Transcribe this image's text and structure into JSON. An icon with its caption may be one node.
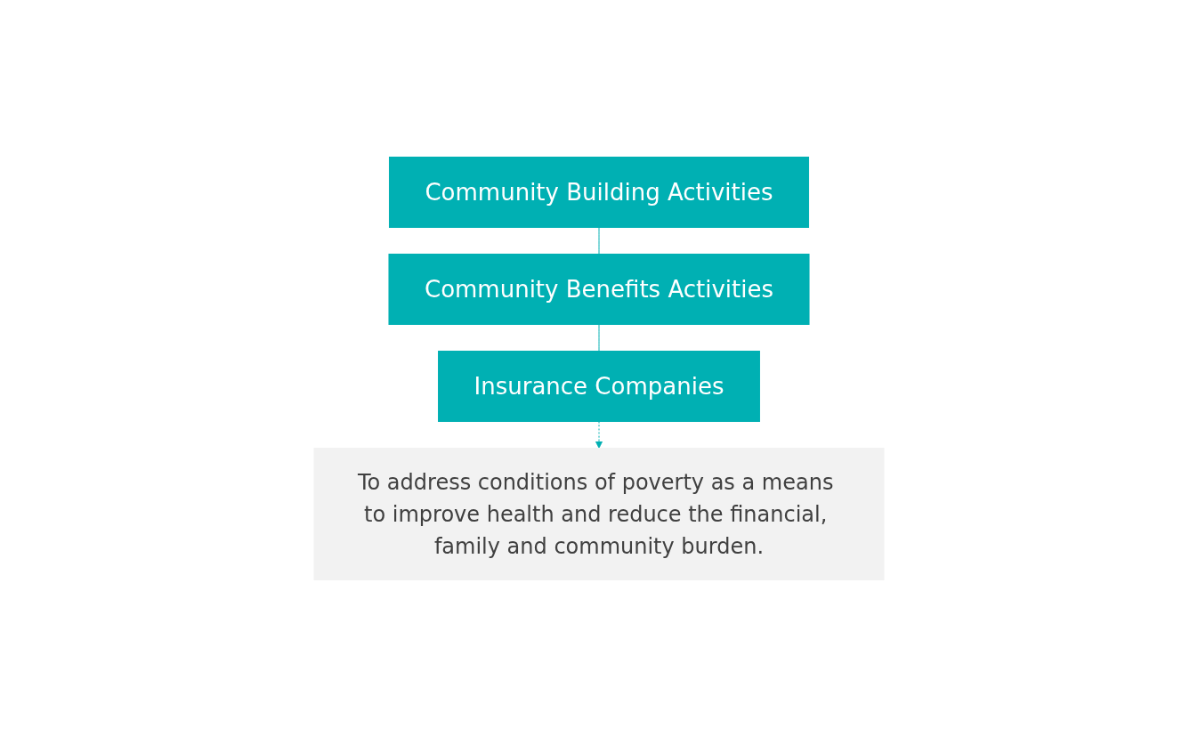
{
  "diagram": {
    "nodes": [
      {
        "text": [
          "Community Building Activities"
        ]
      },
      {
        "text": [
          "Community Benefits Activities"
        ]
      },
      {
        "text": [
          "Insurance Companies"
        ]
      },
      {
        "text": [
          "To address conditions of poverty as a means to improve health and reduce the financial, family and community burden."
        ]
      }
    ],
    "edges": [
      {
        "from": 0,
        "to": 1,
        "arrow": "none"
      },
      {
        "from": 1,
        "to": 2,
        "arrow": "none"
      },
      {
        "from": 2,
        "to": 3,
        "arrow": "to",
        "style": "dashed"
      }
    ]
  }
}
